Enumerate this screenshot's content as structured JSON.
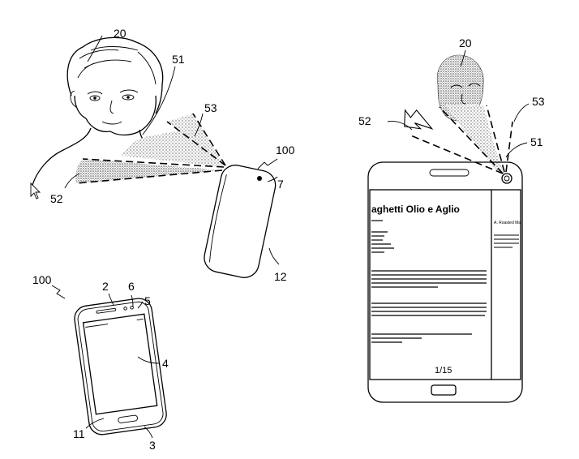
{
  "labels": {
    "left_user": "20",
    "left_sight_field": "51",
    "left_field_lower": "52",
    "left_field_upper": "53",
    "left_device": "100",
    "left_sensor": "7",
    "left_back": "12",
    "bottom_device": "100",
    "bottom_speaker": "2",
    "bottom_camera": "6",
    "bottom_sensor": "5",
    "bottom_display": "4",
    "bottom_button": "11",
    "bottom_body": "3",
    "right_user": "20",
    "right_field_upper": "53",
    "right_field_lower": "52",
    "right_sight_field": "51"
  },
  "screen": {
    "title": "aghetti Olio e Aglio",
    "page_indicator": "1/15",
    "side_heading": "A. Roasted Ma"
  }
}
